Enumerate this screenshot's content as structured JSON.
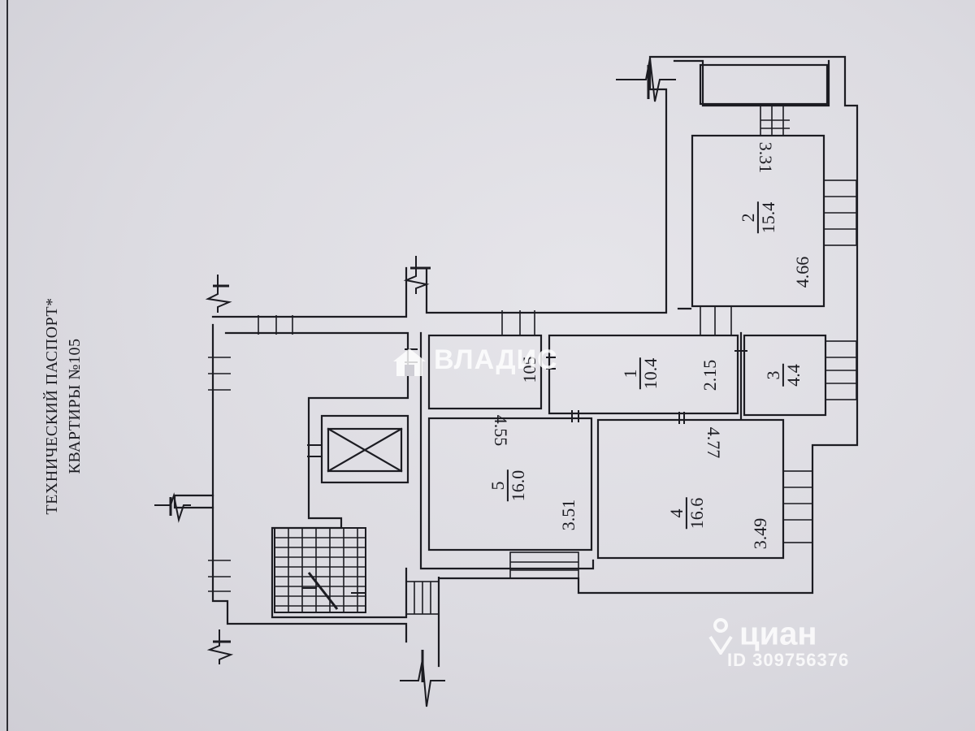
{
  "title": {
    "line1": "ТЕХНИЧЕСКИЙ ПАСПОРТ*",
    "line2": "КВАРТИРЫ №105"
  },
  "rooms": [
    {
      "number": "1",
      "area": "10.4",
      "dim": "2.15"
    },
    {
      "number": "2",
      "area": "15.4",
      "dim_a": "4.66",
      "dim_b": "3.31"
    },
    {
      "number": "3",
      "area": "4.4"
    },
    {
      "number": "4",
      "area": "16.6",
      "dim_a": "3.49",
      "dim_b": "4.77"
    },
    {
      "number": "5",
      "area": "16.0",
      "dim_a": "3.51",
      "dim_b": "4.55"
    }
  ],
  "small_room_dim": "105",
  "watermarks": {
    "vladis": "ВЛАДИС",
    "cian": "циан",
    "cian_id": "ID 309756376"
  },
  "colors": {
    "paper": "#dcdbe1",
    "ink": "#1c1c22",
    "watermark": "#ffffff"
  }
}
